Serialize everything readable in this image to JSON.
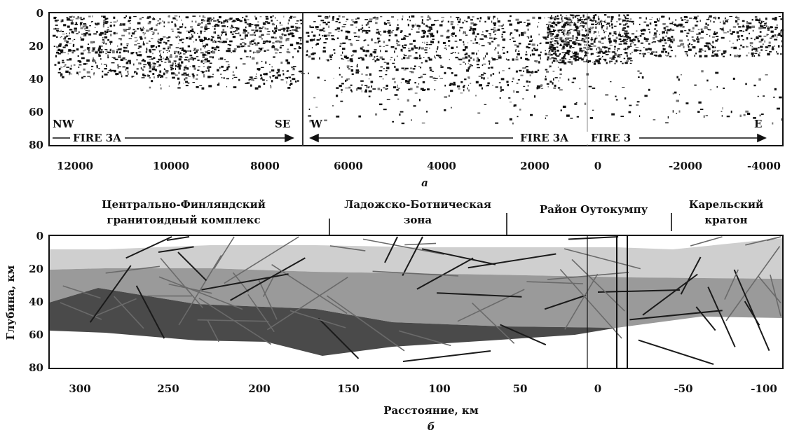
{
  "colors": {
    "layer_upper": "#cfcfcf",
    "layer_middle": "#9a9a9a",
    "layer_lower": "#4a4a4a",
    "reflector": "#1a1a1a",
    "axis": "#111111"
  },
  "panel_a": {
    "caption": "а",
    "y_ticks": [
      "0",
      "20",
      "40",
      "60",
      "80"
    ],
    "x_ticks": [
      "12000",
      "10000",
      "8000",
      "6000",
      "4000",
      "2000",
      "0",
      "-2000",
      "-4000"
    ],
    "direction_labels": {
      "nw": "NW",
      "se": "SE",
      "w": "W",
      "e": "E"
    },
    "profiles": {
      "fire3a_left": "FIRE 3A",
      "fire3a_right": "FIRE 3A",
      "fire3": "FIRE 3"
    }
  },
  "panel_b": {
    "caption": "б",
    "y_label": "Глубина, км",
    "x_label": "Расстояние, км",
    "y_ticks": [
      "0",
      "20",
      "40",
      "60",
      "80"
    ],
    "x_ticks": [
      "300",
      "250",
      "200",
      "150",
      "100",
      "50",
      "0",
      "-50",
      "-100"
    ],
    "zones": [
      {
        "line1": "Центрально-Финляндский",
        "line2": "гранитоидный комплекс"
      },
      {
        "line1": "Ладожско-Ботническая",
        "line2": "зона"
      },
      {
        "line1": "Район Оутокумпу",
        "line2": ""
      },
      {
        "line1": "Карельский",
        "line2": "кратон"
      }
    ]
  }
}
